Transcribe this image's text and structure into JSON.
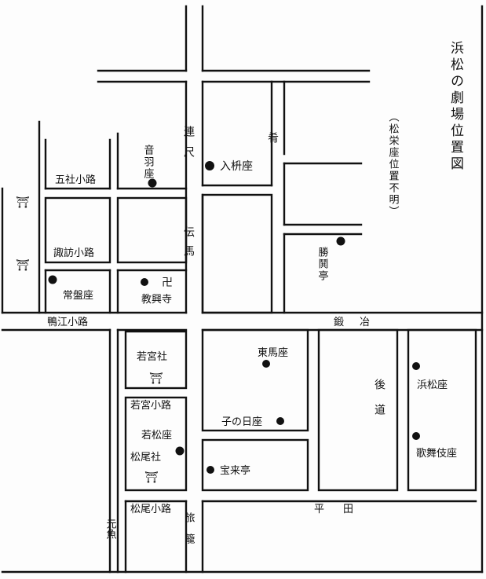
{
  "title": "浜松の劇場位置図",
  "note": "（松栄座位置不明）",
  "streets": {
    "rensyaku": "連尺",
    "denma": "伝馬",
    "sakana": "肴",
    "goshakoji": "五社小路",
    "suwakoji": "諏訪小路",
    "kamoekoji": "鴨江小路",
    "kaji": "鍛冶",
    "wakamiyakoji": "若宮小路",
    "matsuokoji": "松尾小路",
    "ushiromichi": "後道",
    "hirata": "平田",
    "ryokago": "旅籠",
    "motouo": "元魚"
  },
  "theaters": {
    "otowaza": "音羽座",
    "irimasuza": "入枡座",
    "tokiwaza": "常盤座",
    "katsukaitei": "勝鬨亭",
    "azumaza": "東馬座",
    "nenohiza": "子の日座",
    "hamamatsuza": "浜松座",
    "kabukiza": "歌舞伎座",
    "wakamatsuza": "若松座",
    "horaitei": "宝来亭"
  },
  "temples": {
    "kyokoji": "教興寺"
  },
  "shrines": {
    "wakamiyasha": "若宮社",
    "matsuosha": "松尾社"
  },
  "symbols": {
    "torii": "⛩",
    "manji": "卍"
  },
  "colors": {
    "ink": "#111111",
    "paper": "#fdfdfd"
  }
}
